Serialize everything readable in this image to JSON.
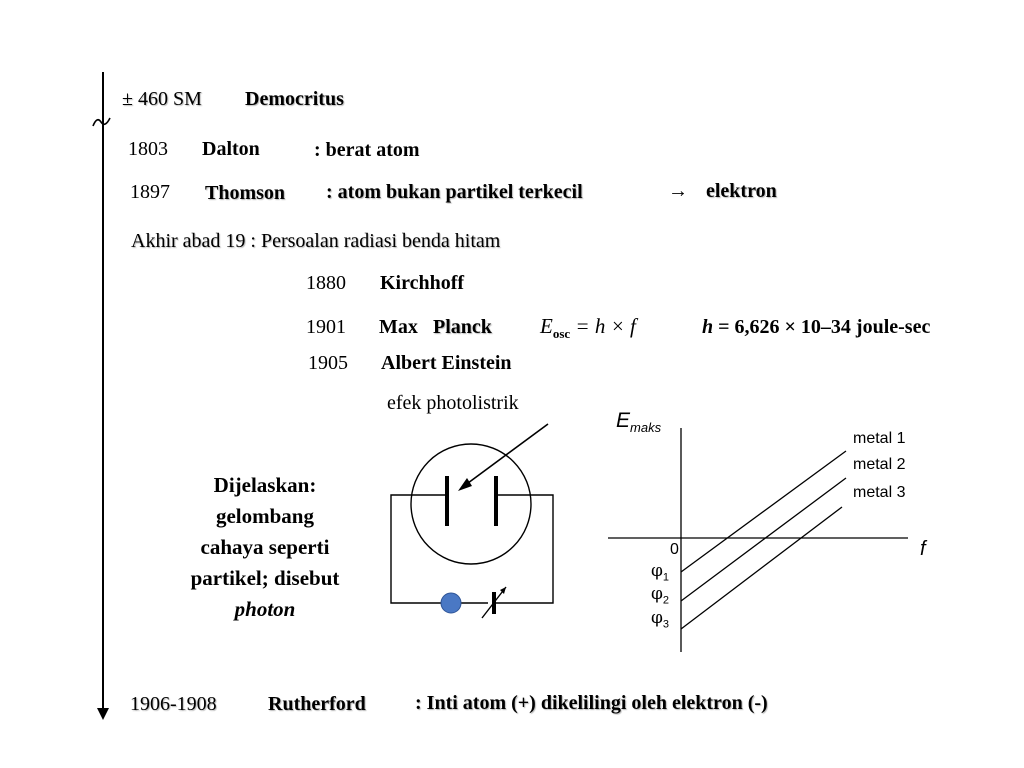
{
  "timeline": {
    "democritus": {
      "year": "± 460 SM",
      "name": "Democritus"
    },
    "dalton": {
      "year": "1803",
      "name": "Dalton",
      "note": ": berat atom"
    },
    "thomson": {
      "year": "1897",
      "name": "Thomson",
      "note": ": atom bukan partikel terkecil",
      "arrow": "→",
      "result": "elektron"
    },
    "blackbody": {
      "label": "Akhir abad 19  :  Persoalan radiasi benda hitam"
    },
    "kirchhoff": {
      "year": "1880",
      "name": "Kirchhoff"
    },
    "planck": {
      "year": "1901",
      "prefix": "Max",
      "name": "Planck"
    },
    "einstein": {
      "year": "1905",
      "name": "Albert Einstein"
    },
    "rutherford": {
      "year": "1906-1908",
      "name": "Rutherford",
      "note": ":  Inti atom (+) dikelilingi oleh elektron (-)"
    }
  },
  "planck_formula": {
    "E": "E",
    "sub": "osc",
    "rhs": " =  h × f"
  },
  "h_constant": {
    "h": "h",
    "text": " = 6,626 × 10–34 joule-sec"
  },
  "photoelectric": {
    "label": "efek photolistrik",
    "explanation_lines": [
      "Dijelaskan:",
      "gelombang",
      "cahaya seperti",
      "partikel; disebut"
    ],
    "explanation_italic": "photon"
  },
  "graph": {
    "y_label": "E",
    "y_label_sub": "maks",
    "x_label": "f",
    "origin": "0",
    "series": [
      {
        "name": "metal 1",
        "phi": "1"
      },
      {
        "name": "metal 2",
        "phi": "2"
      },
      {
        "name": "metal 3",
        "phi": "3"
      }
    ],
    "phi_symbol": "φ"
  },
  "colors": {
    "lamp": "#4a78c4",
    "line": "#000000"
  }
}
